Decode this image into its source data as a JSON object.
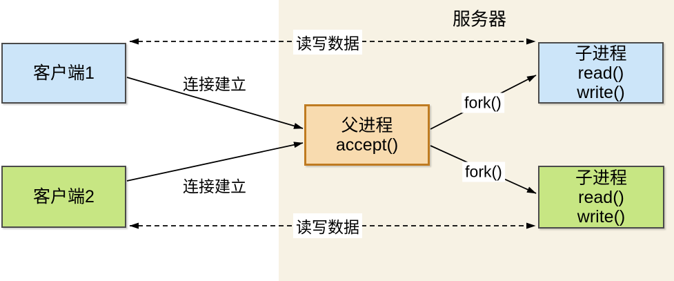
{
  "region": {
    "server_label": "服务器",
    "panel_color": "#F7F2E4",
    "page_color": "#FFFFFF"
  },
  "nodes": {
    "client1": {
      "label": "客户端1",
      "fill": "#CCE5F9",
      "border_color": "#4A4A4A"
    },
    "client2": {
      "label": "客户端2",
      "fill": "#C7E683",
      "border_color": "#4A4A4A"
    },
    "parent_process": {
      "line1": "父进程",
      "line2": "accept()",
      "fill": "#F8DBAF",
      "border_color": "#BF7B21"
    },
    "child_process_top": {
      "line1": "子进程",
      "line2": "read()",
      "line3": "write()",
      "fill": "#CCE5F9",
      "border_color": "#4A4A4A"
    },
    "child_process_bottom": {
      "line1": "子进程",
      "line2": "read()",
      "line3": "write()",
      "fill": "#C7E683",
      "border_color": "#4A4A4A"
    }
  },
  "edge_labels": {
    "rw_top": "读写数据",
    "rw_bottom": "读写数据",
    "conn_top": "连接建立",
    "conn_bottom": "连接建立",
    "fork_top": "fork()",
    "fork_bottom": "fork()"
  },
  "edges": {
    "color": "#000000",
    "rw_top": {
      "style": "dashed",
      "direction": "both",
      "from": "client1",
      "to": "child_process_top"
    },
    "rw_bottom": {
      "style": "dashed",
      "direction": "both",
      "from": "client2",
      "to": "child_process_bottom"
    },
    "conn_top": {
      "style": "solid",
      "direction": "forward",
      "from": "client1",
      "to": "parent_process"
    },
    "conn_bottom": {
      "style": "solid",
      "direction": "forward",
      "from": "client2",
      "to": "parent_process"
    },
    "fork_top": {
      "style": "solid",
      "direction": "forward",
      "from": "parent_process",
      "to": "child_process_top"
    },
    "fork_bottom": {
      "style": "solid",
      "direction": "forward",
      "from": "parent_process",
      "to": "child_process_bottom"
    }
  }
}
